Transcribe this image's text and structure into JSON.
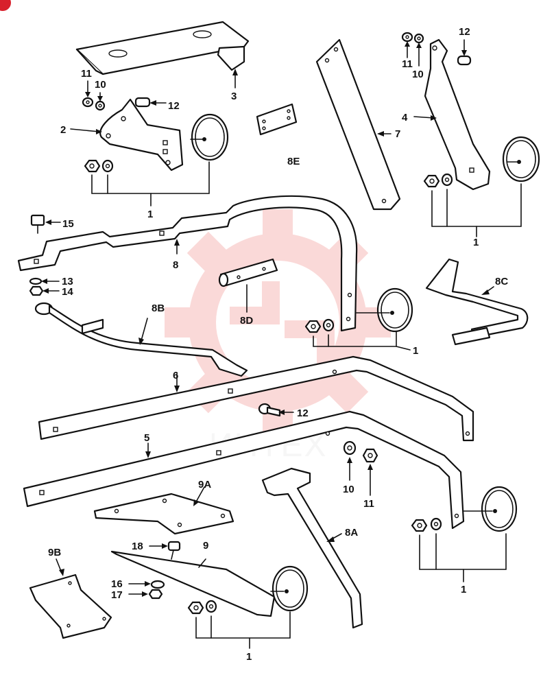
{
  "watermark": {
    "text": "ИНТЕХ",
    "color": "#e8332d"
  },
  "corner_mark_color": "#d8202c",
  "callouts": {
    "c1_top_left": "1",
    "c1_top_right": "1",
    "c1_mid": "1",
    "c1_lower_right": "1",
    "c1_bottom": "1",
    "c2": "2",
    "c3": "3",
    "c4": "4",
    "c5": "5",
    "c6": "6",
    "c7": "7",
    "c8": "8",
    "c8a": "8A",
    "c8b": "8B",
    "c8c": "8C",
    "c8d": "8D",
    "c8e": "8E",
    "c9": "9",
    "c9a": "9A",
    "c9b": "9B",
    "c10_top_left": "10",
    "c10_top_right": "10",
    "c10_mid": "10",
    "c11_top_left": "11",
    "c11_top_right": "11",
    "c11_mid": "11",
    "c12_top_left": "12",
    "c12_top_right": "12",
    "c12_mid": "12",
    "c13": "13",
    "c14": "14",
    "c15": "15",
    "c16": "16",
    "c17": "17",
    "c18": "18"
  }
}
